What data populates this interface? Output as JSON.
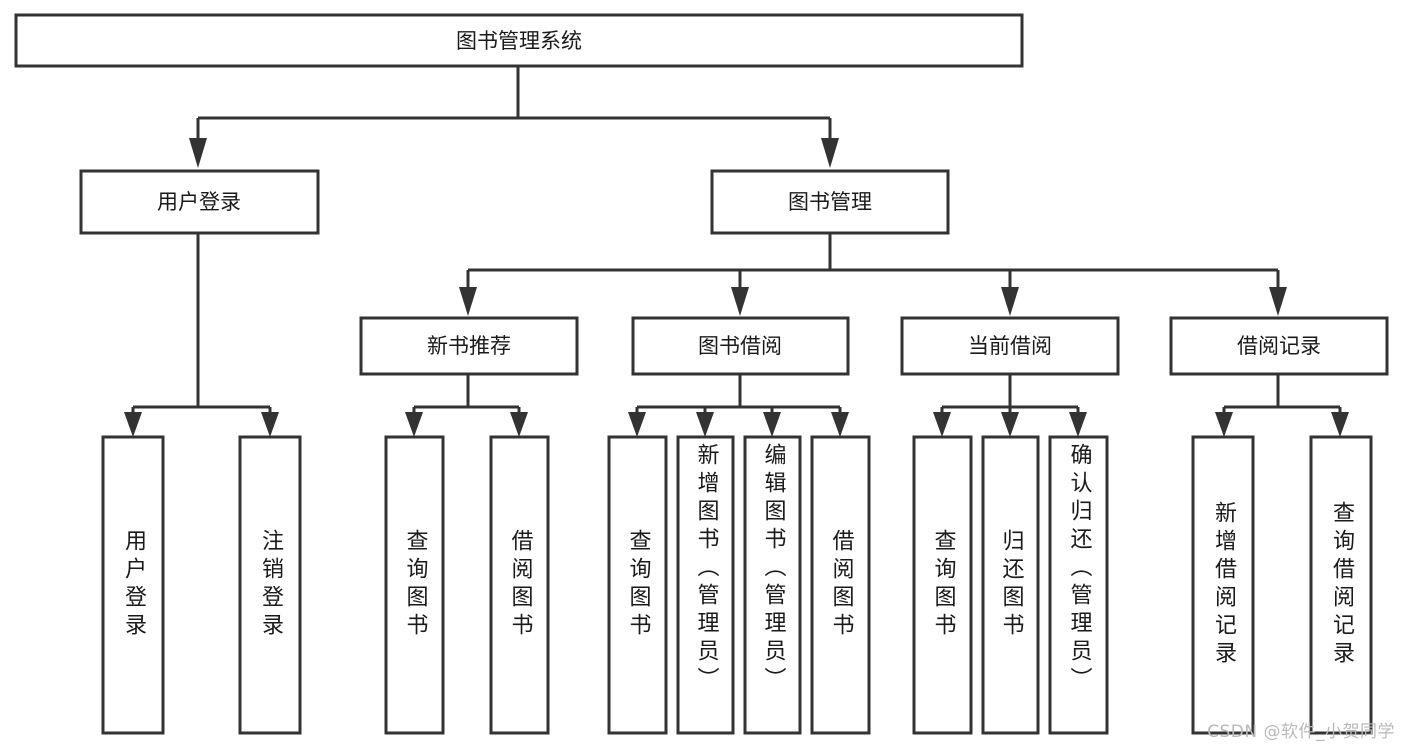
{
  "diagram": {
    "type": "tree-hierarchy-chart",
    "title": "图书管理系统",
    "background_color": "#ffffff",
    "box_stroke_color": "#333333",
    "box_fill_color": "#ffffff",
    "connector_color": "#333333",
    "text_color": "#1a1a1a",
    "watermark": "CSDN @软件_小贺同学",
    "watermark_color": "#b9b9b9",
    "levels": [
      {
        "level": 0,
        "nodes": [
          {
            "id": "root",
            "label": "图书管理系统",
            "orientation": "horizontal"
          }
        ]
      },
      {
        "level": 1,
        "nodes": [
          {
            "id": "user-login",
            "label": "用户登录",
            "orientation": "horizontal",
            "parent": "root"
          },
          {
            "id": "book-manage",
            "label": "图书管理",
            "orientation": "horizontal",
            "parent": "root"
          }
        ]
      },
      {
        "level": 2,
        "nodes": [
          {
            "id": "new-book-recommend",
            "label": "新书推荐",
            "orientation": "horizontal",
            "parent": "book-manage"
          },
          {
            "id": "book-borrow",
            "label": "图书借阅",
            "orientation": "horizontal",
            "parent": "book-manage"
          },
          {
            "id": "current-borrow",
            "label": "当前借阅",
            "orientation": "horizontal",
            "parent": "book-manage"
          },
          {
            "id": "borrow-record",
            "label": "借阅记录",
            "orientation": "horizontal",
            "parent": "book-manage"
          }
        ]
      },
      {
        "level": 3,
        "nodes": [
          {
            "id": "leaf-user-login",
            "label": "用户登录",
            "orientation": "vertical",
            "parent": "user-login"
          },
          {
            "id": "leaf-logout-login",
            "label": "注销登录",
            "orientation": "vertical",
            "parent": "user-login"
          },
          {
            "id": "leaf-query-book-1",
            "label": "查询图书",
            "orientation": "vertical",
            "parent": "new-book-recommend"
          },
          {
            "id": "leaf-borrow-book-1",
            "label": "借阅图书",
            "orientation": "vertical",
            "parent": "new-book-recommend"
          },
          {
            "id": "leaf-query-book-2",
            "label": "查询图书",
            "orientation": "vertical",
            "parent": "book-borrow"
          },
          {
            "id": "leaf-add-book",
            "label": "新增图书（管理员）",
            "orientation": "vertical",
            "parent": "book-borrow"
          },
          {
            "id": "leaf-edit-book",
            "label": "编辑图书（管理员）",
            "orientation": "vertical",
            "parent": "book-borrow"
          },
          {
            "id": "leaf-borrow-book-2",
            "label": "借阅图书",
            "orientation": "vertical",
            "parent": "book-borrow"
          },
          {
            "id": "leaf-query-book-3",
            "label": "查询图书",
            "orientation": "vertical",
            "parent": "current-borrow"
          },
          {
            "id": "leaf-return-book",
            "label": "归还图书",
            "orientation": "vertical",
            "parent": "current-borrow"
          },
          {
            "id": "leaf-confirm-return",
            "label": "确认归还（管理员）",
            "orientation": "vertical",
            "parent": "current-borrow"
          },
          {
            "id": "leaf-add-record",
            "label": "新增借阅记录",
            "orientation": "vertical",
            "parent": "borrow-record"
          },
          {
            "id": "leaf-query-record",
            "label": "查询借阅记录",
            "orientation": "vertical",
            "parent": "borrow-record"
          }
        ]
      }
    ]
  },
  "labels": {
    "root": "图书管理系统",
    "user_login": "用户登录",
    "book_manage": "图书管理",
    "new_book_recommend": "新书推荐",
    "book_borrow": "图书借阅",
    "current_borrow": "当前借阅",
    "borrow_record": "借阅记录",
    "leaf_user_login": "用户登录",
    "leaf_logout_login": "注销登录",
    "leaf_query_book_1": "查询图书",
    "leaf_borrow_book_1": "借阅图书",
    "leaf_query_book_2": "查询图书",
    "leaf_add_book": "新增图书（管理员）",
    "leaf_edit_book": "编辑图书（管理员）",
    "leaf_borrow_book_2": "借阅图书",
    "leaf_query_book_3": "查询图书",
    "leaf_return_book": "归还图书",
    "leaf_confirm_return": "确认归还（管理员）",
    "leaf_add_record": "新增借阅记录",
    "leaf_query_record": "查询借阅记录",
    "watermark": "CSDN @软件_小贺同学"
  }
}
